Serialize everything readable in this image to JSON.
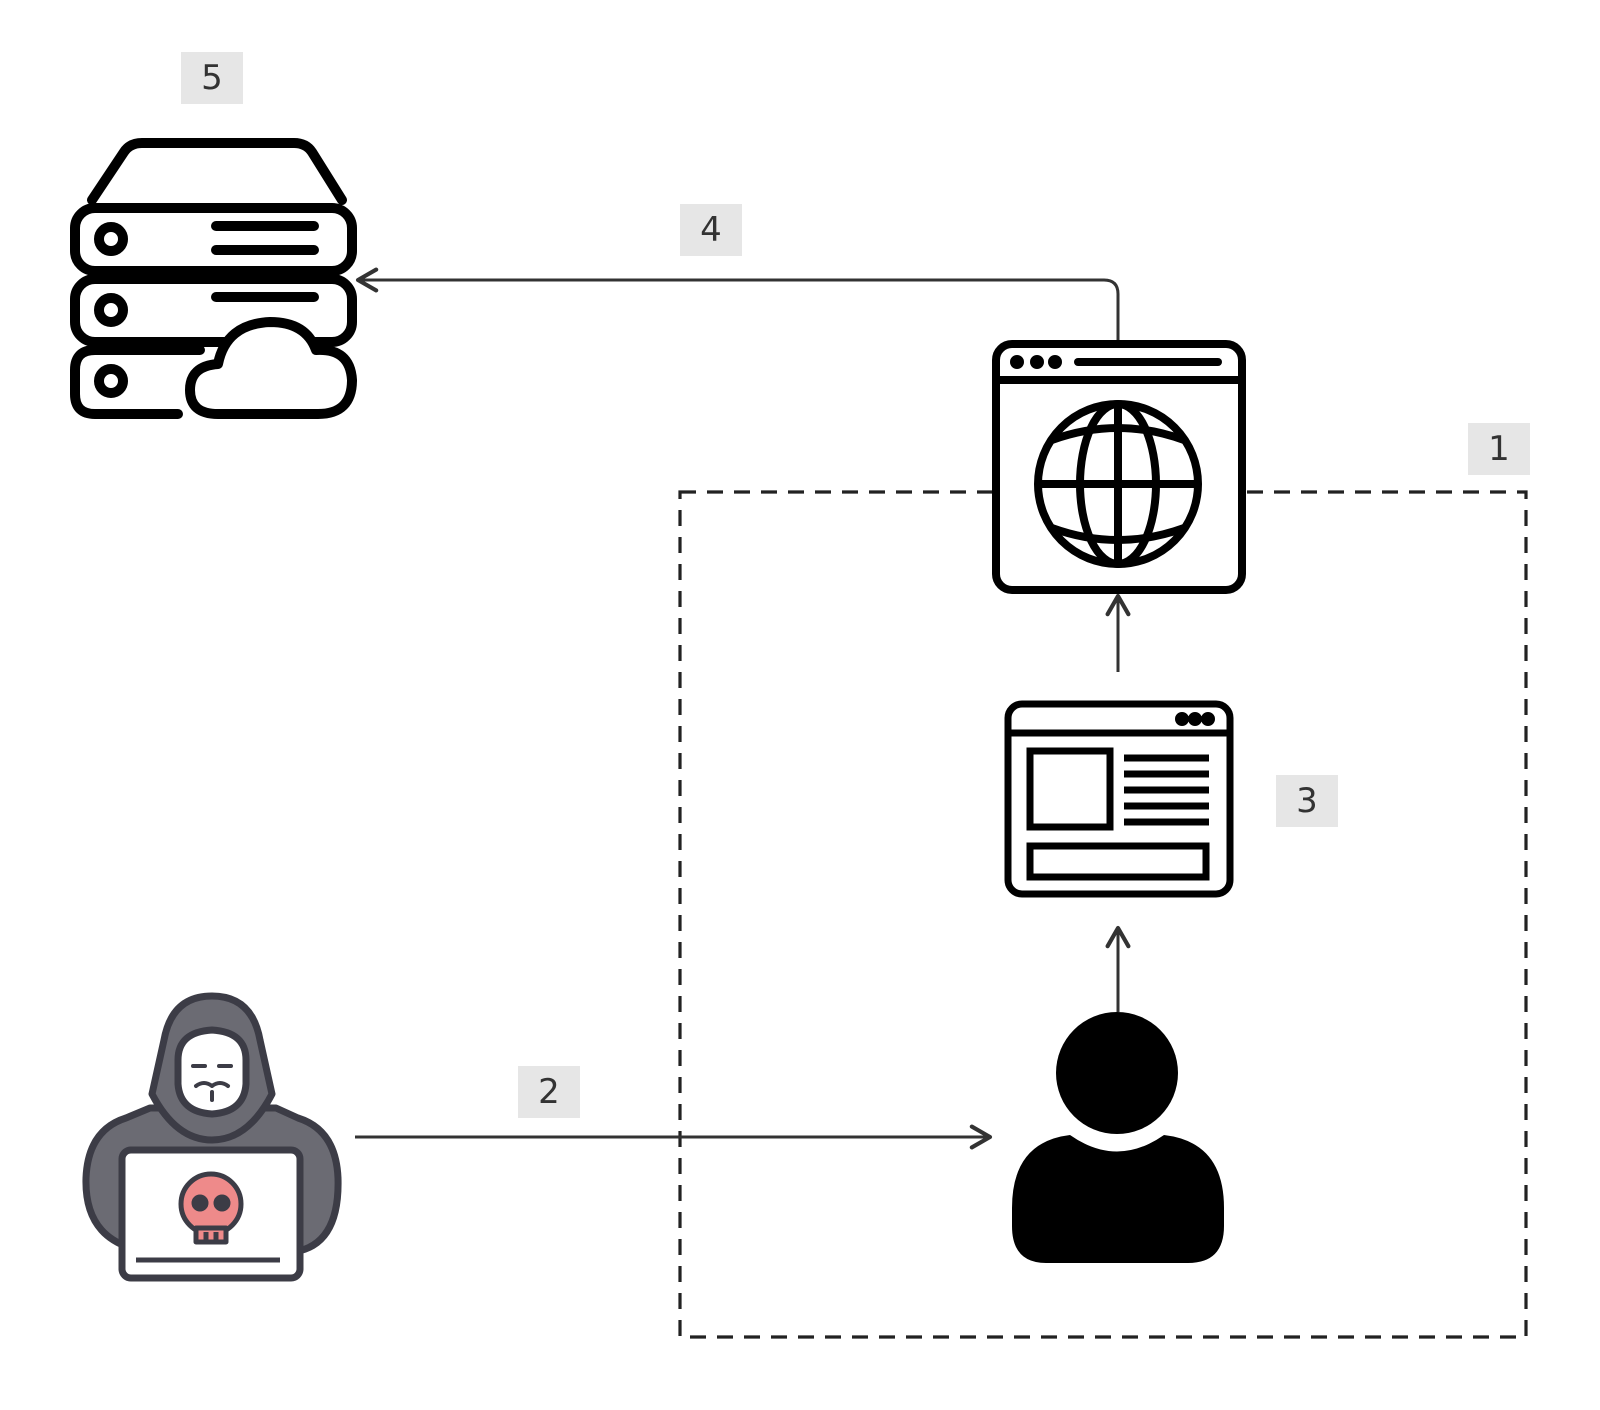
{
  "steps": {
    "step1": "1",
    "step2": "2",
    "step3": "3",
    "step4": "4",
    "step5": "5"
  },
  "icons": {
    "server": "cloud-server-icon",
    "web": "web-browser-globe-icon",
    "page": "web-page-layout-icon",
    "user": "user-icon",
    "attacker": "hacker-laptop-icon"
  },
  "colors": {
    "line": "#333333",
    "icon": "#000000",
    "label_bg": "#e6e6e6",
    "hacker_hood": "#6b6b73",
    "hacker_outline": "#3c3c46",
    "skull": "#ee8a8a"
  }
}
